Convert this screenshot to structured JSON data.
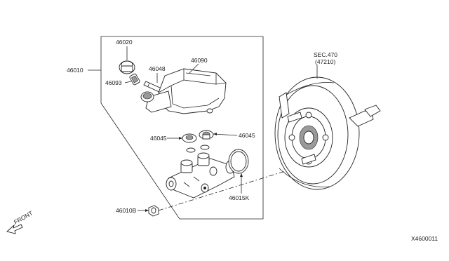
{
  "labels": {
    "p46020": "46020",
    "p46090": "46090",
    "p46010": "46010",
    "p46048": "46048",
    "p46093": "46093",
    "p46045_left": "46045",
    "p46045_right": "46045",
    "p46015k": "46015K",
    "p46010b": "46010B",
    "sec_ref": "SEC.470",
    "sec_sub": "(47210)",
    "front": "FRONT",
    "diagram_id": "X4600011"
  }
}
